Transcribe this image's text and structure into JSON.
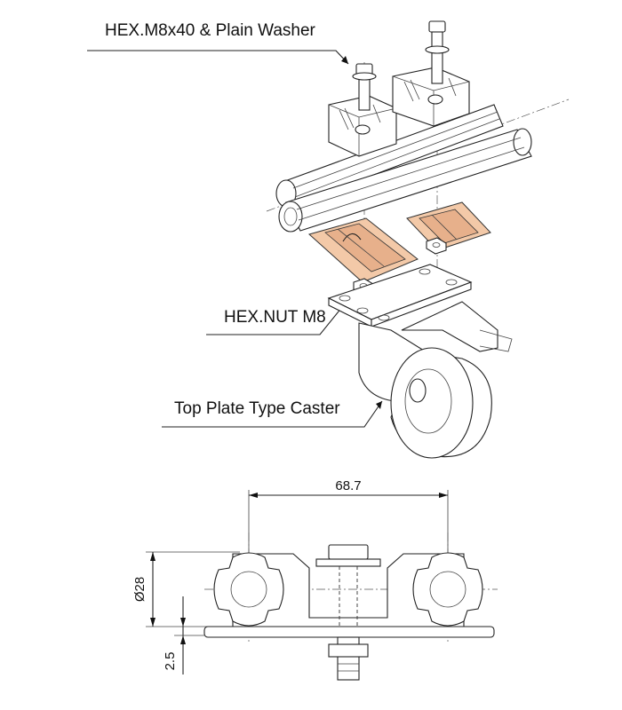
{
  "callouts": {
    "bolt": "HEX.M8x40 & Plain Washer",
    "nut": "HEX.NUT M8",
    "caster": "Top Plate Type Caster"
  },
  "dimensions": {
    "width": "68.7",
    "diameter": "Ø28",
    "thickness": "2.5"
  }
}
